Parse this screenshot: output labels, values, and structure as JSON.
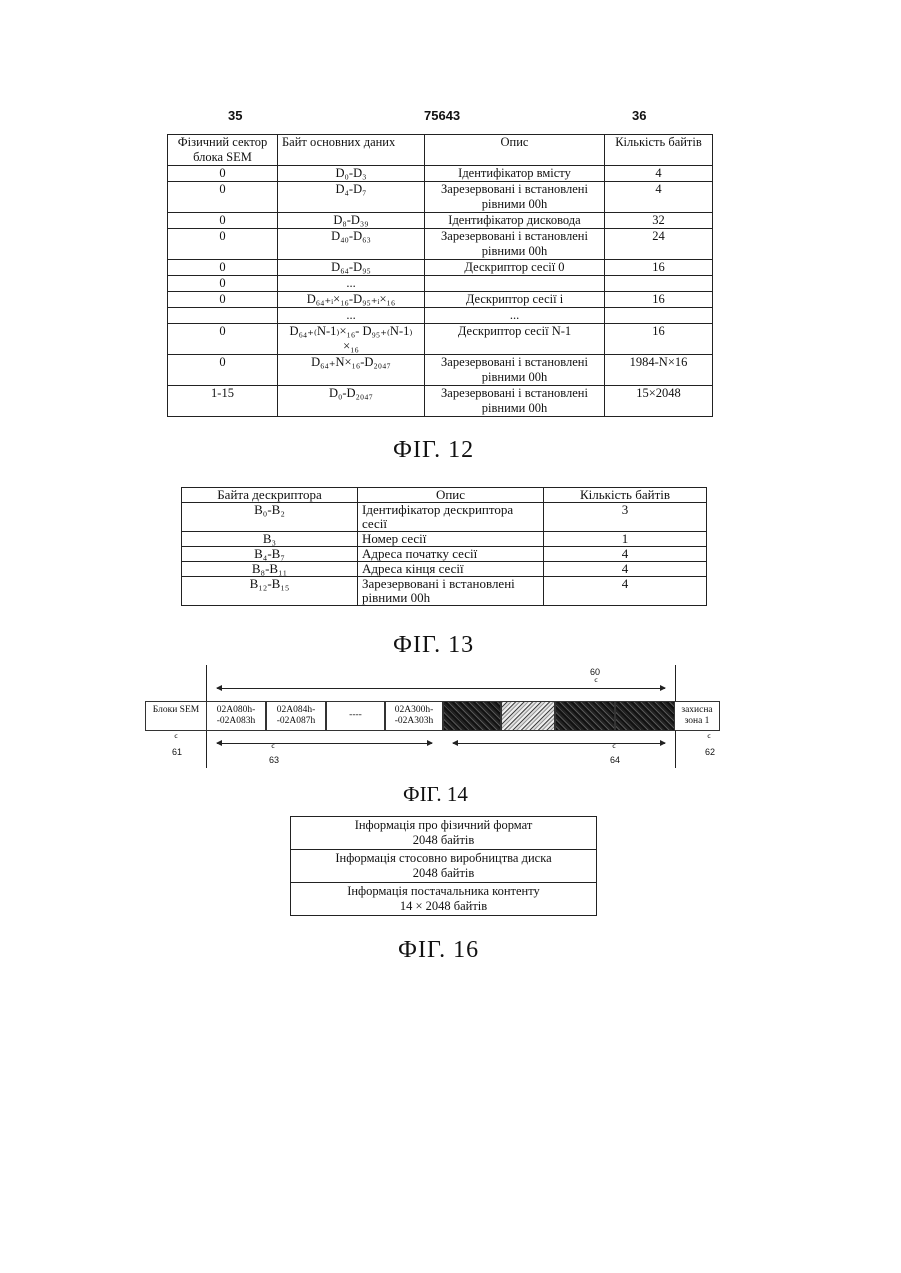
{
  "header": {
    "left_page": "35",
    "doc_number": "75643",
    "right_page": "36"
  },
  "fig12": {
    "caption": "ФІГ. 12",
    "columns": [
      "Фізичний сектор блока SEM",
      "Байт основних даних",
      "Опис",
      "Кількість байтів"
    ],
    "rows": [
      [
        "0",
        "D₀-D₃",
        "Ідентифікатор вмісту",
        "4"
      ],
      [
        "0",
        "D₄-D₇",
        "Зарезервовані і встановлені рівними 00h",
        "4"
      ],
      [
        "0",
        "D₈-D₃₉",
        "Ідентифікатор дисковода",
        "32"
      ],
      [
        "0",
        "D₄₀-D₆₃",
        "Зарезервовані і встановлені рівними 00h",
        "24"
      ],
      [
        "0",
        "D₆₄-D₉₅",
        "Дескриптор сесії 0",
        "16"
      ],
      [
        "0",
        "...",
        "",
        ""
      ],
      [
        "0",
        "D₆₄₊ᵢ×₁₆-D₉₅₊ᵢ×₁₆",
        "Дескриптор сесії і",
        "16"
      ],
      [
        "",
        "...",
        "...",
        ""
      ],
      [
        "0",
        "D₆₄₊₍N-1₎×₁₆- D₉₅₊₍N-1₎×₁₆",
        "Дескриптор сесії N-1",
        "16"
      ],
      [
        "0",
        "D₆₄₊N×₁₆-D₂₀₄₇",
        "Зарезервовані і встановлені рівними 00h",
        "1984-N×16"
      ],
      [
        "1-15",
        "D₀-D₂₀₄₇",
        "Зарезервовані і встановлені рівними 00h",
        "15×2048"
      ]
    ]
  },
  "fig13": {
    "caption": "ФІГ. 13",
    "columns": [
      "Байта дескриптора",
      "Опис",
      "Кількість байтів"
    ],
    "rows": [
      [
        "B₀-B₂",
        "Ідентифікатор дескриптора сесії",
        "3"
      ],
      [
        "B₃",
        "Номер сесії",
        "1"
      ],
      [
        "B₄-B₇",
        "Адреса початку сесії",
        "4"
      ],
      [
        "B₈-B₁₁",
        "Адреса кінця сесії",
        "4"
      ],
      [
        "B₁₂-B₁₅",
        "Зарезервовані і встановлені рівними 00h",
        "4"
      ]
    ]
  },
  "fig14": {
    "caption": "ФІГ. 14",
    "label_60": "60",
    "label_61": "61",
    "label_62": "62",
    "label_63": "63",
    "label_64": "64",
    "box_sem": "Блоки SEM",
    "box_1": "02A080h- -02A083h",
    "box_2": "02A084h- -02A087h",
    "box_dots": "----",
    "box_3": "02A300h- -02A303h",
    "box_zone": "захисна зона 1"
  },
  "fig16": {
    "caption": "ФІГ. 16",
    "rows": [
      [
        "Інформація про фізичний формат",
        "2048 байтів"
      ],
      [
        "Інформація стосовно виробництва диска",
        "2048 байтів"
      ],
      [
        "Інформація постачальника контенту",
        "14 × 2048 байтів"
      ]
    ]
  }
}
